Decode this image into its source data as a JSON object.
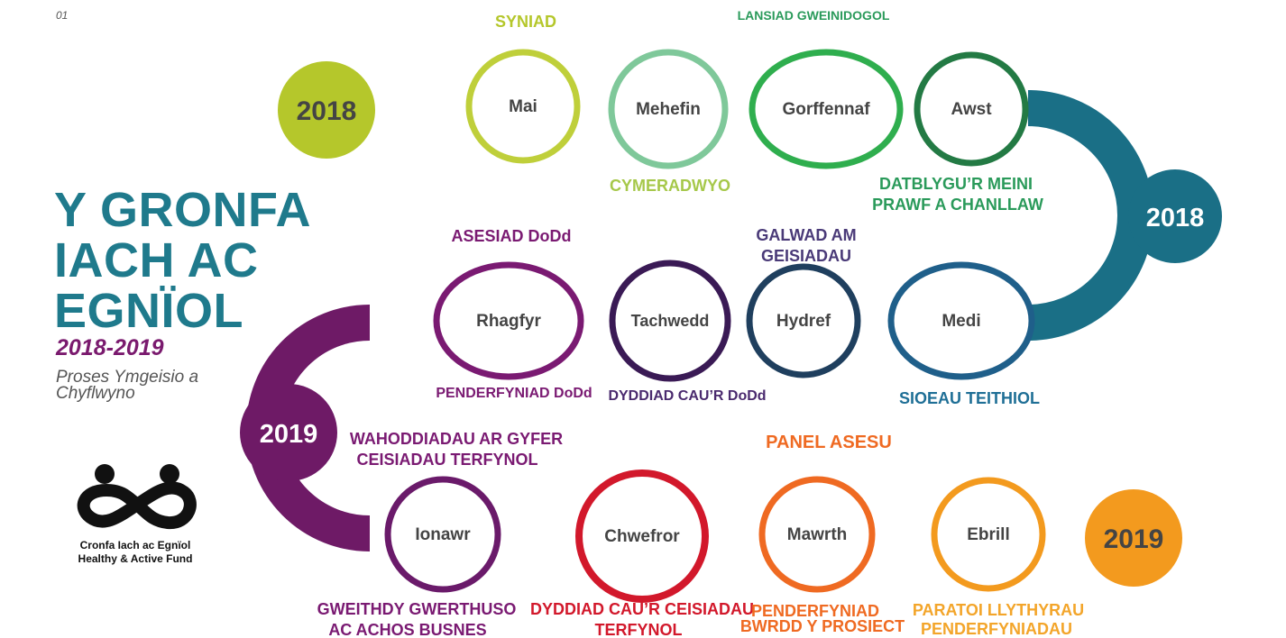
{
  "page_number": "01",
  "title_lines": [
    "Y GRONFA",
    "IACH AC",
    "EGNÏOL"
  ],
  "years": "2018-2019",
  "subtitle_lines": [
    "Proses Ymgeisio a",
    "Chyflwyno"
  ],
  "logo_lines": [
    "Cronfa Iach ac Egnïol",
    "Healthy & Active Fund"
  ],
  "year_badges": [
    "2018",
    "2018",
    "2019",
    "2019"
  ],
  "months": [
    "Mai",
    "Mehefin",
    "Gorffennaf",
    "Awst",
    "Medi",
    "Hydref",
    "Tachwedd",
    "Rhagfyr",
    "Ionawr",
    "Chwefror",
    "Mawrth",
    "Ebrill"
  ],
  "labels": [
    "SYNIAD",
    "LANSIAD GWEINIDOGOL",
    "CYMERADWYO",
    "DATBLYGU’R MEINI",
    "PRAWF A CHANLLAW",
    "ASESIAD DoDd",
    "GALWAD AM",
    "GEISIADAU",
    "PENDERFYNIAD DoDd",
    "DYDDIAD CAU’R DoDd",
    "SIOEAU TEITHIOL",
    "WAHODDIADAU AR GYFER",
    "CEISIADAU TERFYNOL",
    "PANEL ASESU",
    "GWEITHDY GWERTHUSO",
    "AC ACHOS BUSNES",
    "DYDDIAD CAU’R CEISIADAU",
    "TERFYNOL",
    "PENDERFYNIAD",
    "BWRDD Y PROSIECT",
    "PARATOI LLYTHYRAU",
    "PENDERFYNIADAU"
  ],
  "colors": {
    "teal": "#1f7a8c",
    "lime": "#b5c72b",
    "purple": "#6e1a66",
    "orange": "#f39a1e",
    "red": "#d2182b",
    "green": "#2a9a5a",
    "title": "#1f7a8c"
  }
}
